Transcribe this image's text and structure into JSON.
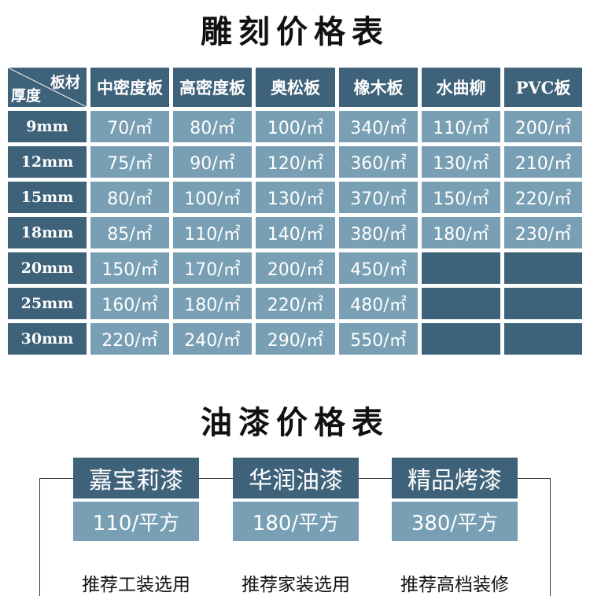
{
  "carve": {
    "title": "雕刻价格表",
    "corner_top": "板材",
    "corner_bottom": "厚度",
    "columns": [
      "中密度板",
      "高密度板",
      "奥松板",
      "橡木板",
      "水曲柳",
      "PVC板"
    ],
    "rows": [
      {
        "thickness": "9mm",
        "prices": [
          "70/㎡",
          "80/㎡",
          "100/㎡",
          "340/㎡",
          "110/㎡",
          "200/㎡"
        ]
      },
      {
        "thickness": "12mm",
        "prices": [
          "75/㎡",
          "90/㎡",
          "120/㎡",
          "360/㎡",
          "130/㎡",
          "210/㎡"
        ]
      },
      {
        "thickness": "15mm",
        "prices": [
          "80/㎡",
          "100/㎡",
          "130/㎡",
          "370/㎡",
          "150/㎡",
          "220/㎡"
        ]
      },
      {
        "thickness": "18mm",
        "prices": [
          "85/㎡",
          "110/㎡",
          "140/㎡",
          "380/㎡",
          "180/㎡",
          "230/㎡"
        ]
      },
      {
        "thickness": "20mm",
        "prices": [
          "150/㎡",
          "170/㎡",
          "200/㎡",
          "450/㎡",
          "",
          ""
        ]
      },
      {
        "thickness": "25mm",
        "prices": [
          "160/㎡",
          "180/㎡",
          "220/㎡",
          "480/㎡",
          "",
          ""
        ]
      },
      {
        "thickness": "30mm",
        "prices": [
          "220/㎡",
          "240/㎡",
          "290/㎡",
          "550/㎡",
          "",
          ""
        ]
      }
    ]
  },
  "paint": {
    "title": "油漆价格表",
    "items": [
      {
        "name": "嘉宝莉漆",
        "price": "110/平方",
        "note": "推荐工装选用"
      },
      {
        "name": "华润油漆",
        "price": "180/平方",
        "note": "推荐家装选用"
      },
      {
        "name": "精品烤漆",
        "price": "380/平方",
        "note": "推荐高档装修"
      }
    ]
  },
  "colors": {
    "header": "#3e6279",
    "value": "#789fb3"
  }
}
